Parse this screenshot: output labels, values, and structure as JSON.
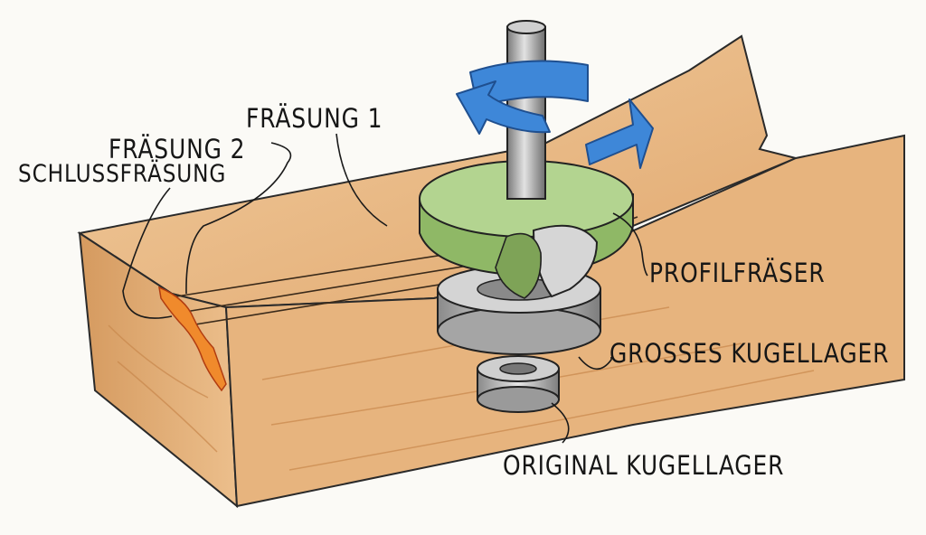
{
  "labels": {
    "fraesung1": "FRÄSUNG 1",
    "fraesung2": "FRÄSUNG 2",
    "schluss": "SCHLUSSFRÄSUNG",
    "profil": "PROFILFRÄSER",
    "grosses": "GROSSES KUGELLAGER",
    "original": "ORIGINAL KUGELLAGER"
  },
  "colors": {
    "wood": "#e6b37f",
    "wood_dark": "#c98a52",
    "cutter": "#a7c97f",
    "arrow": "#3e87d8",
    "bearing": "#b8b8b8"
  }
}
